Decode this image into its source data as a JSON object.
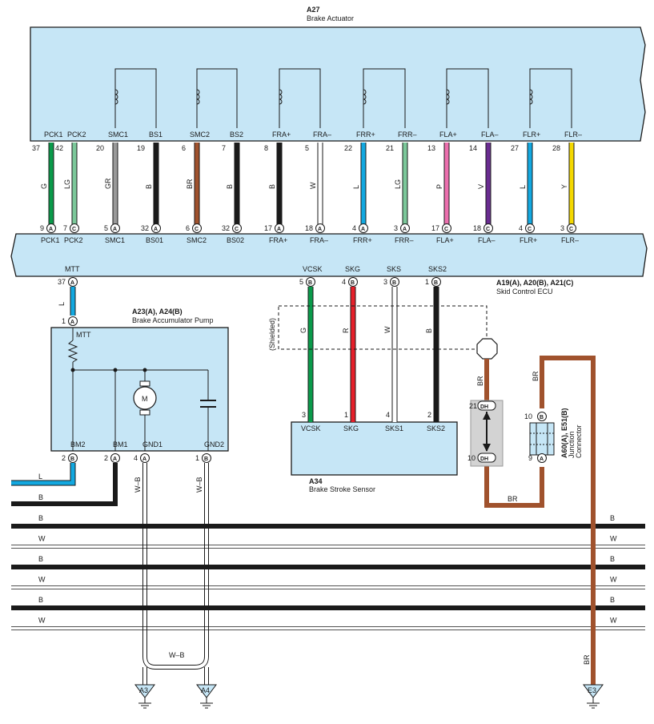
{
  "colors": {
    "G": "#0a9a4a",
    "LG": "#7cc89a",
    "GR": "#9a9a9a",
    "B": "#1a1a1a",
    "BR": "#a0522d",
    "W": "#ffffff",
    "L": "#12a8e0",
    "P": "#ec6fae",
    "V": "#6a2c91",
    "Y": "#f4d800",
    "R": "#e51f2a",
    "component_fill": "#c6e6f6"
  },
  "actuator": {
    "ref": "A27",
    "name": "Brake Actuator"
  },
  "ecu": {
    "ref": "A19(A), A20(B), A21(C)",
    "name": "Skid Control ECU"
  },
  "pump": {
    "ref": "A23(A), A24(B)",
    "name": "Brake Accumulator Pump",
    "top_label": "MTT",
    "motor_label": "M"
  },
  "sensor": {
    "ref": "A34",
    "name": "Brake Stroke Sensor"
  },
  "junction": {
    "ref": "A60(A), E51(B)",
    "name1": "Junction",
    "name2": "Connector"
  },
  "shielded_label": "(Shielded)",
  "top_wires": [
    {
      "act_pin": "PCK1",
      "act_no": "37",
      "color": "G",
      "ecu_no": "9",
      "ecu_conn": "A",
      "ecu_pin": "PCK1"
    },
    {
      "act_pin": "PCK2",
      "act_no": "42",
      "color": "LG",
      "ecu_no": "7",
      "ecu_conn": "C",
      "ecu_pin": "PCK2"
    },
    {
      "act_pin": "SMC1",
      "act_no": "20",
      "color": "GR",
      "ecu_no": "5",
      "ecu_conn": "A",
      "ecu_pin": "SMC1"
    },
    {
      "act_pin": "BS1",
      "act_no": "19",
      "color": "B",
      "ecu_no": "32",
      "ecu_conn": "A",
      "ecu_pin": "BS01"
    },
    {
      "act_pin": "SMC2",
      "act_no": "6",
      "color": "BR",
      "ecu_no": "6",
      "ecu_conn": "C",
      "ecu_pin": "SMC2"
    },
    {
      "act_pin": "BS2",
      "act_no": "7",
      "color": "B",
      "ecu_no": "32",
      "ecu_conn": "C",
      "ecu_pin": "BS02"
    },
    {
      "act_pin": "FRA+",
      "act_no": "8",
      "color": "B",
      "ecu_no": "17",
      "ecu_conn": "A",
      "ecu_pin": "FRA+"
    },
    {
      "act_pin": "FRA–",
      "act_no": "5",
      "color": "W",
      "ecu_no": "18",
      "ecu_conn": "A",
      "ecu_pin": "FRA–"
    },
    {
      "act_pin": "FRR+",
      "act_no": "22",
      "color": "L",
      "ecu_no": "4",
      "ecu_conn": "A",
      "ecu_pin": "FRR+"
    },
    {
      "act_pin": "FRR–",
      "act_no": "21",
      "color": "LG",
      "ecu_no": "3",
      "ecu_conn": "A",
      "ecu_pin": "FRR–"
    },
    {
      "act_pin": "FLA+",
      "act_no": "13",
      "color": "P",
      "ecu_no": "17",
      "ecu_conn": "C",
      "ecu_pin": "FLA+"
    },
    {
      "act_pin": "FLA–",
      "act_no": "14",
      "color": "V",
      "ecu_no": "18",
      "ecu_conn": "C",
      "ecu_pin": "FLA–"
    },
    {
      "act_pin": "FLR+",
      "act_no": "27",
      "color": "L",
      "ecu_no": "4",
      "ecu_conn": "C",
      "ecu_pin": "FLR+"
    },
    {
      "act_pin": "FLR–",
      "act_no": "28",
      "color": "Y",
      "ecu_no": "3",
      "ecu_conn": "C",
      "ecu_pin": "FLR–"
    }
  ],
  "ecu_lower": [
    {
      "pin": "MTT",
      "no": "37",
      "conn": "A",
      "color": "L"
    },
    {
      "pin": "VCSK",
      "no": "5",
      "conn": "B",
      "color": "G"
    },
    {
      "pin": "SKG",
      "no": "4",
      "conn": "B",
      "color": "R"
    },
    {
      "pin": "SKS",
      "no": "3",
      "conn": "B",
      "color": "W"
    },
    {
      "pin": "SKS2",
      "no": "1",
      "conn": "B",
      "color": "B"
    }
  ],
  "pump_pins": [
    {
      "pin": "BM2",
      "no": "2",
      "conn": "B"
    },
    {
      "pin": "BM1",
      "no": "2",
      "conn": "A"
    },
    {
      "pin": "GND1",
      "no": "4",
      "conn": "A"
    },
    {
      "pin": "GND2",
      "no": "1",
      "conn": "B"
    }
  ],
  "pump_top": {
    "no": "1",
    "conn": "A"
  },
  "sensor_pins": [
    {
      "pin": "VCSK",
      "no": "3"
    },
    {
      "pin": "SKG",
      "no": "1"
    },
    {
      "pin": "SKS1",
      "no": "4"
    },
    {
      "pin": "SKS2",
      "no": "2"
    }
  ],
  "dh": {
    "top_no": "21",
    "bot_no": "10",
    "label": "DH"
  },
  "junction_pins": {
    "top_no": "10",
    "top_conn": "B",
    "bot_no": "9",
    "bot_conn": "A"
  },
  "ground": {
    "left": "A3",
    "mid": "A4",
    "right": "E3"
  },
  "wire_labels": {
    "pump_L": "L",
    "pump_B": "B",
    "gnd_WB": "W–B",
    "jn_BR": "BR",
    "e3_BR": "BR"
  },
  "bundle": [
    {
      "color": "B",
      "l": "B",
      "r": "B"
    },
    {
      "color": "W",
      "l": "W",
      "r": "W"
    },
    {
      "color": "B",
      "l": "B",
      "r": "B"
    },
    {
      "color": "W",
      "l": "W",
      "r": "W"
    },
    {
      "color": "B",
      "l": "B",
      "r": "B"
    },
    {
      "color": "W",
      "l": "W",
      "r": "W"
    }
  ]
}
